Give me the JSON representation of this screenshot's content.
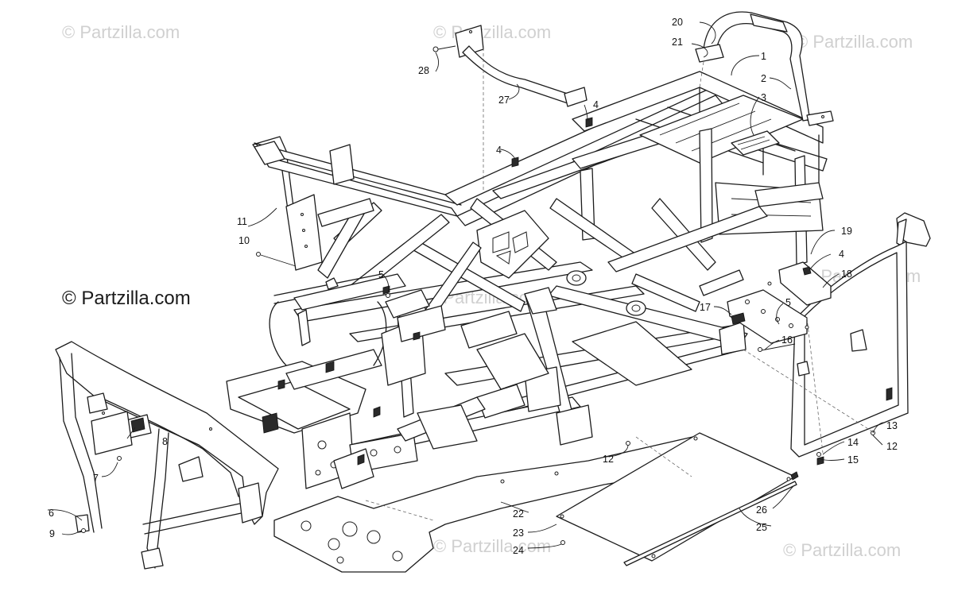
{
  "watermarks": {
    "primary": "© Partzilla.com",
    "faint": "© Partzilla.com"
  },
  "callouts": {
    "c1": "1",
    "c2": "2",
    "c3": "3",
    "c4a": "4",
    "c4b": "4",
    "c4c": "4",
    "c5a": "5",
    "c5b": "5",
    "c6": "6",
    "c7": "7",
    "c8": "8",
    "c9": "9",
    "c10": "10",
    "c11": "11",
    "c12a": "12",
    "c12b": "12",
    "c13": "13",
    "c14": "14",
    "c15": "15",
    "c16": "16",
    "c17": "17",
    "c18": "18",
    "c19": "19",
    "c20": "20",
    "c21": "21",
    "c22": "22",
    "c23": "23",
    "c24": "24",
    "c25": "25",
    "c26": "26",
    "c27": "27",
    "c28": "28"
  }
}
